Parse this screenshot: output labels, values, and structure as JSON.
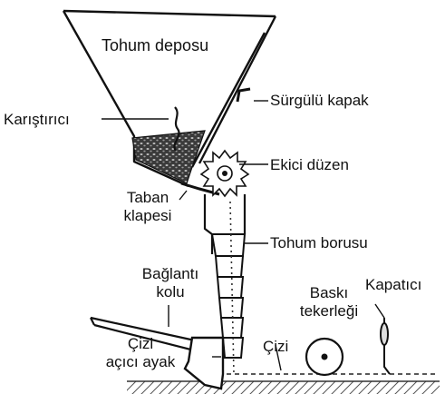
{
  "diagram": {
    "labels": {
      "hopper": "Tohum deposu",
      "agitator": "Karıştırıcı",
      "slide_gate": "Sürgülü kapak",
      "metering": "Ekici düzen",
      "bottom_flap_line1": "Taban",
      "bottom_flap_line2": "klapesi",
      "seed_tube": "Tohum borusu",
      "link_arm_line1": "Bağlantı",
      "link_arm_line2": "kolu",
      "press_wheel_line1": "Baskı",
      "press_wheel_line2": "tekerleği",
      "closer": "Kapatıcı",
      "furrow": "Çizi",
      "opener_line1": "Çizi",
      "opener_line2": "açıcı ayak"
    }
  }
}
